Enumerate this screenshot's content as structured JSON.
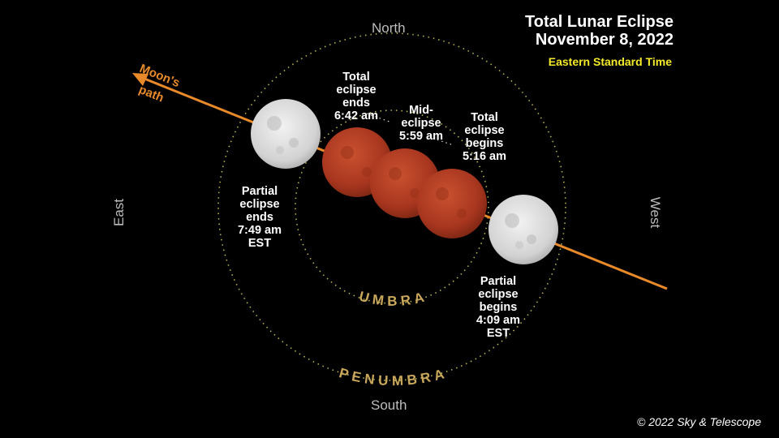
{
  "title": {
    "line1": "Total Lunar Eclipse",
    "line2": "November 8, 2022"
  },
  "subtitle": "Eastern Standard Time",
  "directions": {
    "north": "North",
    "south": "South",
    "east": "East",
    "west": "West"
  },
  "moon_path": {
    "line1": "Moon's",
    "line2": "path"
  },
  "zones": {
    "umbra": "UMBRA",
    "penumbra": "PENUMBRA"
  },
  "events": {
    "partial_ends": [
      "Partial",
      "eclipse",
      "ends",
      "7:49 am",
      "EST"
    ],
    "total_ends": [
      "Total",
      "eclipse",
      "ends",
      "6:42 am"
    ],
    "mid": [
      "Mid-",
      "eclipse",
      "5:59 am"
    ],
    "total_begins": [
      "Total",
      "eclipse",
      "begins",
      "5:16 am"
    ],
    "partial_begins": [
      "Partial",
      "eclipse",
      "begins",
      "4:09 am",
      "EST"
    ]
  },
  "credit": "© 2022 Sky & Telescope",
  "colors": {
    "background": "#000000",
    "path": "#e8892a",
    "eclipsed_moon": "#b23a22",
    "full_moon": "#d8d8d8",
    "zone_label": "#c9a85c",
    "subtitle": "#f4ea2a",
    "dotted_circle": "#b9b35a"
  }
}
